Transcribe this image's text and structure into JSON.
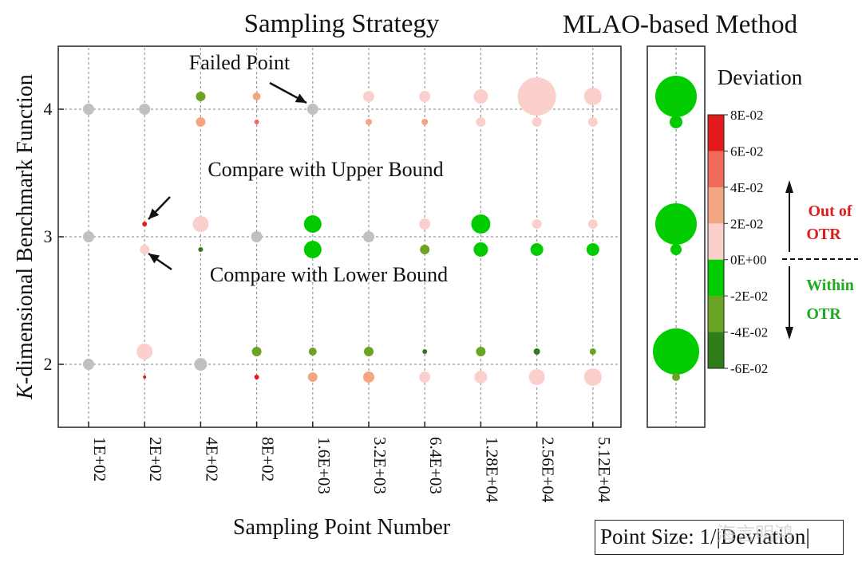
{
  "chart_data": [
    {
      "type": "scatter",
      "title": "Sampling Strategy",
      "xlabel": "Sampling Point Number",
      "ylabel_italic_prefix": "K",
      "ylabel_rest": "-dimensional Benchmark Function",
      "categories": [
        "1E+02",
        "2E+02",
        "4E+02",
        "8E+02",
        "1.6E+03",
        "3.2E+03",
        "6.4E+03",
        "1.28E+04",
        "2.56E+04",
        "5.12E+04"
      ],
      "y_ticks": [
        "2",
        "3",
        "4"
      ],
      "ylim": [
        1.5,
        4.5
      ],
      "grid": true,
      "points": [
        {
          "x": 0,
          "y": 4,
          "r": 7,
          "color": "#c0c0c0"
        },
        {
          "x": 1,
          "y": 4,
          "r": 7,
          "color": "#c0c0c0"
        },
        {
          "x": 2,
          "y": 4.1,
          "r": 6,
          "color": "#6aa424"
        },
        {
          "x": 2,
          "y": 3.9,
          "r": 6,
          "color": "#f4a582"
        },
        {
          "x": 3,
          "y": 4.1,
          "r": 5,
          "color": "#f4a582"
        },
        {
          "x": 3,
          "y": 3.9,
          "r": 3,
          "color": "#ef6a5a"
        },
        {
          "x": 4,
          "y": 4,
          "r": 7,
          "color": "#c0c0c0"
        },
        {
          "x": 5,
          "y": 4.1,
          "r": 7,
          "color": "#fbd0cc"
        },
        {
          "x": 5,
          "y": 3.9,
          "r": 4,
          "color": "#f4a582"
        },
        {
          "x": 6,
          "y": 4.1,
          "r": 7,
          "color": "#fbd0cc"
        },
        {
          "x": 6,
          "y": 3.9,
          "r": 4,
          "color": "#f4a582"
        },
        {
          "x": 7,
          "y": 4.1,
          "r": 9,
          "color": "#fbd0cc"
        },
        {
          "x": 7,
          "y": 3.9,
          "r": 6,
          "color": "#fbd0cc"
        },
        {
          "x": 8,
          "y": 4.1,
          "r": 24,
          "color": "#fbd0cc"
        },
        {
          "x": 8,
          "y": 3.9,
          "r": 6,
          "color": "#fbd0cc"
        },
        {
          "x": 9,
          "y": 4.1,
          "r": 11,
          "color": "#fbd0cc"
        },
        {
          "x": 9,
          "y": 3.9,
          "r": 6,
          "color": "#fbd0cc"
        },
        {
          "x": 0,
          "y": 3,
          "r": 7,
          "color": "#c0c0c0"
        },
        {
          "x": 1,
          "y": 3.1,
          "r": 3,
          "color": "#e31a1c"
        },
        {
          "x": 1,
          "y": 2.9,
          "r": 6,
          "color": "#fbd0cc"
        },
        {
          "x": 2,
          "y": 3.1,
          "r": 10,
          "color": "#fbd0cc"
        },
        {
          "x": 2,
          "y": 2.9,
          "r": 3,
          "color": "#2e7d1a"
        },
        {
          "x": 3,
          "y": 3,
          "r": 7,
          "color": "#c0c0c0"
        },
        {
          "x": 4,
          "y": 3.1,
          "r": 11,
          "color": "#00cc00"
        },
        {
          "x": 4,
          "y": 2.9,
          "r": 11,
          "color": "#00cc00"
        },
        {
          "x": 5,
          "y": 3,
          "r": 7,
          "color": "#c0c0c0"
        },
        {
          "x": 6,
          "y": 3.1,
          "r": 7,
          "color": "#fbd0cc"
        },
        {
          "x": 6,
          "y": 2.9,
          "r": 6,
          "color": "#6aa424"
        },
        {
          "x": 7,
          "y": 3.1,
          "r": 12,
          "color": "#00cc00"
        },
        {
          "x": 7,
          "y": 2.9,
          "r": 9,
          "color": "#00cc00"
        },
        {
          "x": 8,
          "y": 3.1,
          "r": 6,
          "color": "#fbd0cc"
        },
        {
          "x": 8,
          "y": 2.9,
          "r": 8,
          "color": "#00cc00"
        },
        {
          "x": 9,
          "y": 3.1,
          "r": 6,
          "color": "#fbd0cc"
        },
        {
          "x": 9,
          "y": 2.9,
          "r": 8,
          "color": "#00cc00"
        },
        {
          "x": 0,
          "y": 2,
          "r": 7,
          "color": "#c0c0c0"
        },
        {
          "x": 1,
          "y": 2.1,
          "r": 10,
          "color": "#fbd0cc"
        },
        {
          "x": 1,
          "y": 1.9,
          "r": 2,
          "color": "#e31a1c"
        },
        {
          "x": 2,
          "y": 2,
          "r": 8,
          "color": "#c0c0c0"
        },
        {
          "x": 3,
          "y": 2.1,
          "r": 6,
          "color": "#6aa424"
        },
        {
          "x": 3,
          "y": 1.9,
          "r": 3,
          "color": "#e31a1c"
        },
        {
          "x": 4,
          "y": 2.1,
          "r": 5,
          "color": "#6aa424"
        },
        {
          "x": 4,
          "y": 1.9,
          "r": 6,
          "color": "#f4a582"
        },
        {
          "x": 5,
          "y": 2.1,
          "r": 6,
          "color": "#6aa424"
        },
        {
          "x": 5,
          "y": 1.9,
          "r": 7,
          "color": "#f4a582"
        },
        {
          "x": 6,
          "y": 2.1,
          "r": 3,
          "color": "#2e7d1a"
        },
        {
          "x": 6,
          "y": 1.9,
          "r": 7,
          "color": "#fbd0cc"
        },
        {
          "x": 7,
          "y": 2.1,
          "r": 6,
          "color": "#6aa424"
        },
        {
          "x": 7,
          "y": 1.9,
          "r": 8,
          "color": "#fbd0cc"
        },
        {
          "x": 8,
          "y": 2.1,
          "r": 4,
          "color": "#2e7d1a"
        },
        {
          "x": 8,
          "y": 1.9,
          "r": 10,
          "color": "#fbd0cc"
        },
        {
          "x": 9,
          "y": 2.1,
          "r": 4,
          "color": "#6aa424"
        },
        {
          "x": 9,
          "y": 1.9,
          "r": 11,
          "color": "#fbd0cc"
        }
      ],
      "annotations": [
        {
          "text": "Failed Point",
          "tx": 300,
          "ty": 87,
          "ax1": 338,
          "ay1": 104,
          "ax2": 384,
          "ay2": 129
        },
        {
          "text": "Compare with Upper Bound",
          "tx": 408,
          "ty": 221,
          "ax1": 213,
          "ay1": 247,
          "ax2": 186,
          "ay2": 275
        },
        {
          "text": "Compare with Lower Bound",
          "tx": 412,
          "ty": 353,
          "ax1": 215,
          "ay1": 338,
          "ax2": 186,
          "ay2": 318
        }
      ]
    },
    {
      "type": "scatter",
      "title": "MLAO-based Method",
      "points": [
        {
          "y": 4.1,
          "r": 26,
          "color": "#00cc00"
        },
        {
          "y": 3.9,
          "r": 8,
          "color": "#00cc00"
        },
        {
          "y": 3.1,
          "r": 26,
          "color": "#00cc00"
        },
        {
          "y": 2.9,
          "r": 7,
          "color": "#00cc00"
        },
        {
          "y": 2.1,
          "r": 29,
          "color": "#00cc00"
        },
        {
          "y": 1.9,
          "r": 5,
          "color": "#6aa424"
        }
      ]
    }
  ],
  "colorbar": {
    "title": "Deviation",
    "ticks": [
      "8E-02",
      "6E-02",
      "4E-02",
      "2E-02",
      "0E+00",
      "-2E-02",
      "-4E-02",
      "-6E-02"
    ],
    "colors": [
      "#e31a1c",
      "#ef6a5a",
      "#f4a582",
      "#fbd0cc",
      "#00cc00",
      "#6aa424",
      "#2e7d1a"
    ]
  },
  "otr": {
    "out_line1": "Out of",
    "out_line2": "OTR",
    "within_line1": "Within",
    "within_line2": "OTR",
    "out_color": "#e31a1c",
    "within_color": "#1faa1f"
  },
  "point_size_label": "Point Size: 1/|Deviation|",
  "watermark": "海言明鸿"
}
